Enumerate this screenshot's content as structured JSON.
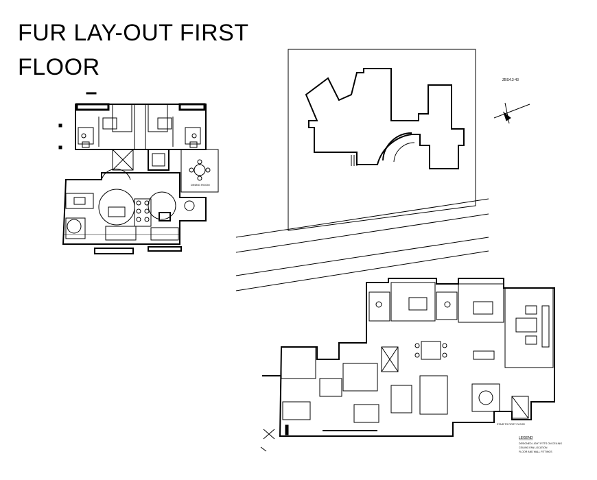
{
  "drawing": {
    "title_line1": "FUR LAY-OUT FIRST",
    "title_line2": "FLOOR",
    "site_label": "ZBS4.3-43",
    "small_room_label": "DINING ROOM",
    "legend_heading": "LEGEND",
    "legend_line1": "DESIGNED LIGHT FITTS ON CEILING",
    "legend_line2": "CEILING FAN LOCATION",
    "legend_line3": "FLOOR AND WALL FITTINGS",
    "stair_label": "STAIR TO FIRST FLOOR"
  },
  "colors": {
    "ink": "#000000",
    "background": "#ffffff"
  }
}
